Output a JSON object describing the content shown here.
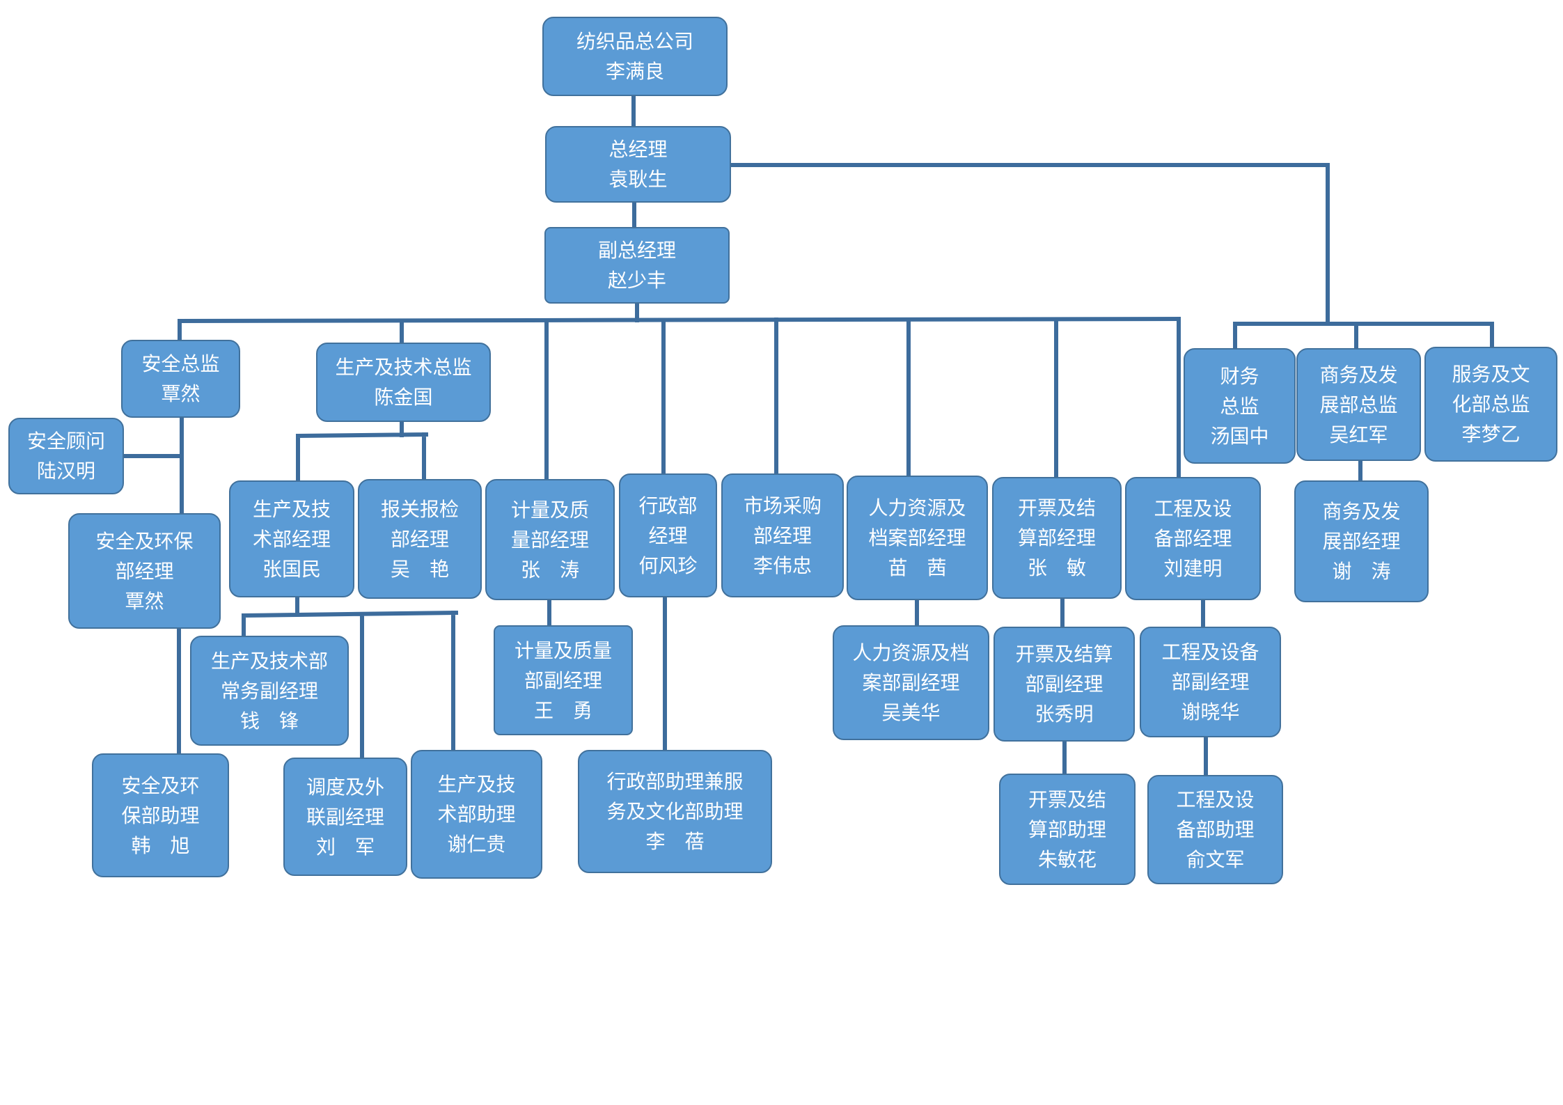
{
  "org": {
    "root": {
      "lines": [
        "纺织品总公司",
        "李满良"
      ]
    },
    "gm": {
      "lines": [
        "总经理",
        "袁耿生"
      ]
    },
    "vgm": {
      "lines": [
        "副总经理",
        "赵少丰"
      ]
    },
    "safety_director": {
      "lines": [
        "安全总监",
        "覃然"
      ]
    },
    "safety_advisor": {
      "lines": [
        "安全顾问",
        "陆汉明"
      ]
    },
    "safety_env_manager": {
      "lines": [
        "安全及环保",
        "部经理",
        "覃然"
      ]
    },
    "safety_env_assistant": {
      "lines": [
        "安全及环",
        "保部助理",
        "韩　旭"
      ]
    },
    "prod_tech_director": {
      "lines": [
        "生产及技术总监",
        "陈金国"
      ]
    },
    "prod_tech_manager": {
      "lines": [
        "生产及技",
        "术部经理",
        "张国民"
      ]
    },
    "customs_manager": {
      "lines": [
        "报关报检",
        "部经理",
        "吴　艳"
      ]
    },
    "prod_tech_exec_deputy": {
      "lines": [
        "生产及技术部",
        "常务副经理",
        "钱　锋"
      ]
    },
    "dispatch_deputy": {
      "lines": [
        "调度及外",
        "联副经理",
        "刘　军"
      ]
    },
    "prod_tech_assistant": {
      "lines": [
        "生产及技",
        "术部助理",
        "谢仁贵"
      ]
    },
    "qc_manager": {
      "lines": [
        "计量及质",
        "量部经理",
        "张　涛"
      ]
    },
    "qc_deputy": {
      "lines": [
        "计量及质量",
        "部副经理",
        "王　勇"
      ]
    },
    "admin_manager": {
      "lines": [
        "行政部",
        "经理",
        "何风珍"
      ]
    },
    "admin_assistant": {
      "lines": [
        "行政部助理兼服",
        "务及文化部助理",
        "李　蓓"
      ]
    },
    "purchasing_manager": {
      "lines": [
        "市场采购",
        "部经理",
        "李伟忠"
      ]
    },
    "hr_manager": {
      "lines": [
        "人力资源及",
        "档案部经理",
        "苗　茜"
      ]
    },
    "hr_deputy": {
      "lines": [
        "人力资源及档",
        "案部副经理",
        "吴美华"
      ]
    },
    "billing_manager": {
      "lines": [
        "开票及结",
        "算部经理",
        "张　敏"
      ]
    },
    "billing_deputy": {
      "lines": [
        "开票及结算",
        "部副经理",
        "张秀明"
      ]
    },
    "billing_assistant": {
      "lines": [
        "开票及结",
        "算部助理",
        "朱敏花"
      ]
    },
    "eng_manager": {
      "lines": [
        "工程及设",
        "备部经理",
        "刘建明"
      ]
    },
    "eng_deputy": {
      "lines": [
        "工程及设备",
        "部副经理",
        "谢晓华"
      ]
    },
    "eng_assistant": {
      "lines": [
        "工程及设",
        "备部助理",
        "俞文军"
      ]
    },
    "finance_director": {
      "lines": [
        "财务",
        "总监",
        "汤国中"
      ]
    },
    "biz_dev_director": {
      "lines": [
        "商务及发",
        "展部总监",
        "吴红军"
      ]
    },
    "service_culture_director": {
      "lines": [
        "服务及文",
        "化部总监",
        "李梦乙"
      ]
    },
    "biz_dev_manager": {
      "lines": [
        "商务及发",
        "展部经理",
        "谢　涛"
      ]
    }
  },
  "colors": {
    "box_fill": "#5b9bd5",
    "box_border": "#41719c",
    "connector": "#3d6c9c",
    "text": "#ffffff"
  }
}
